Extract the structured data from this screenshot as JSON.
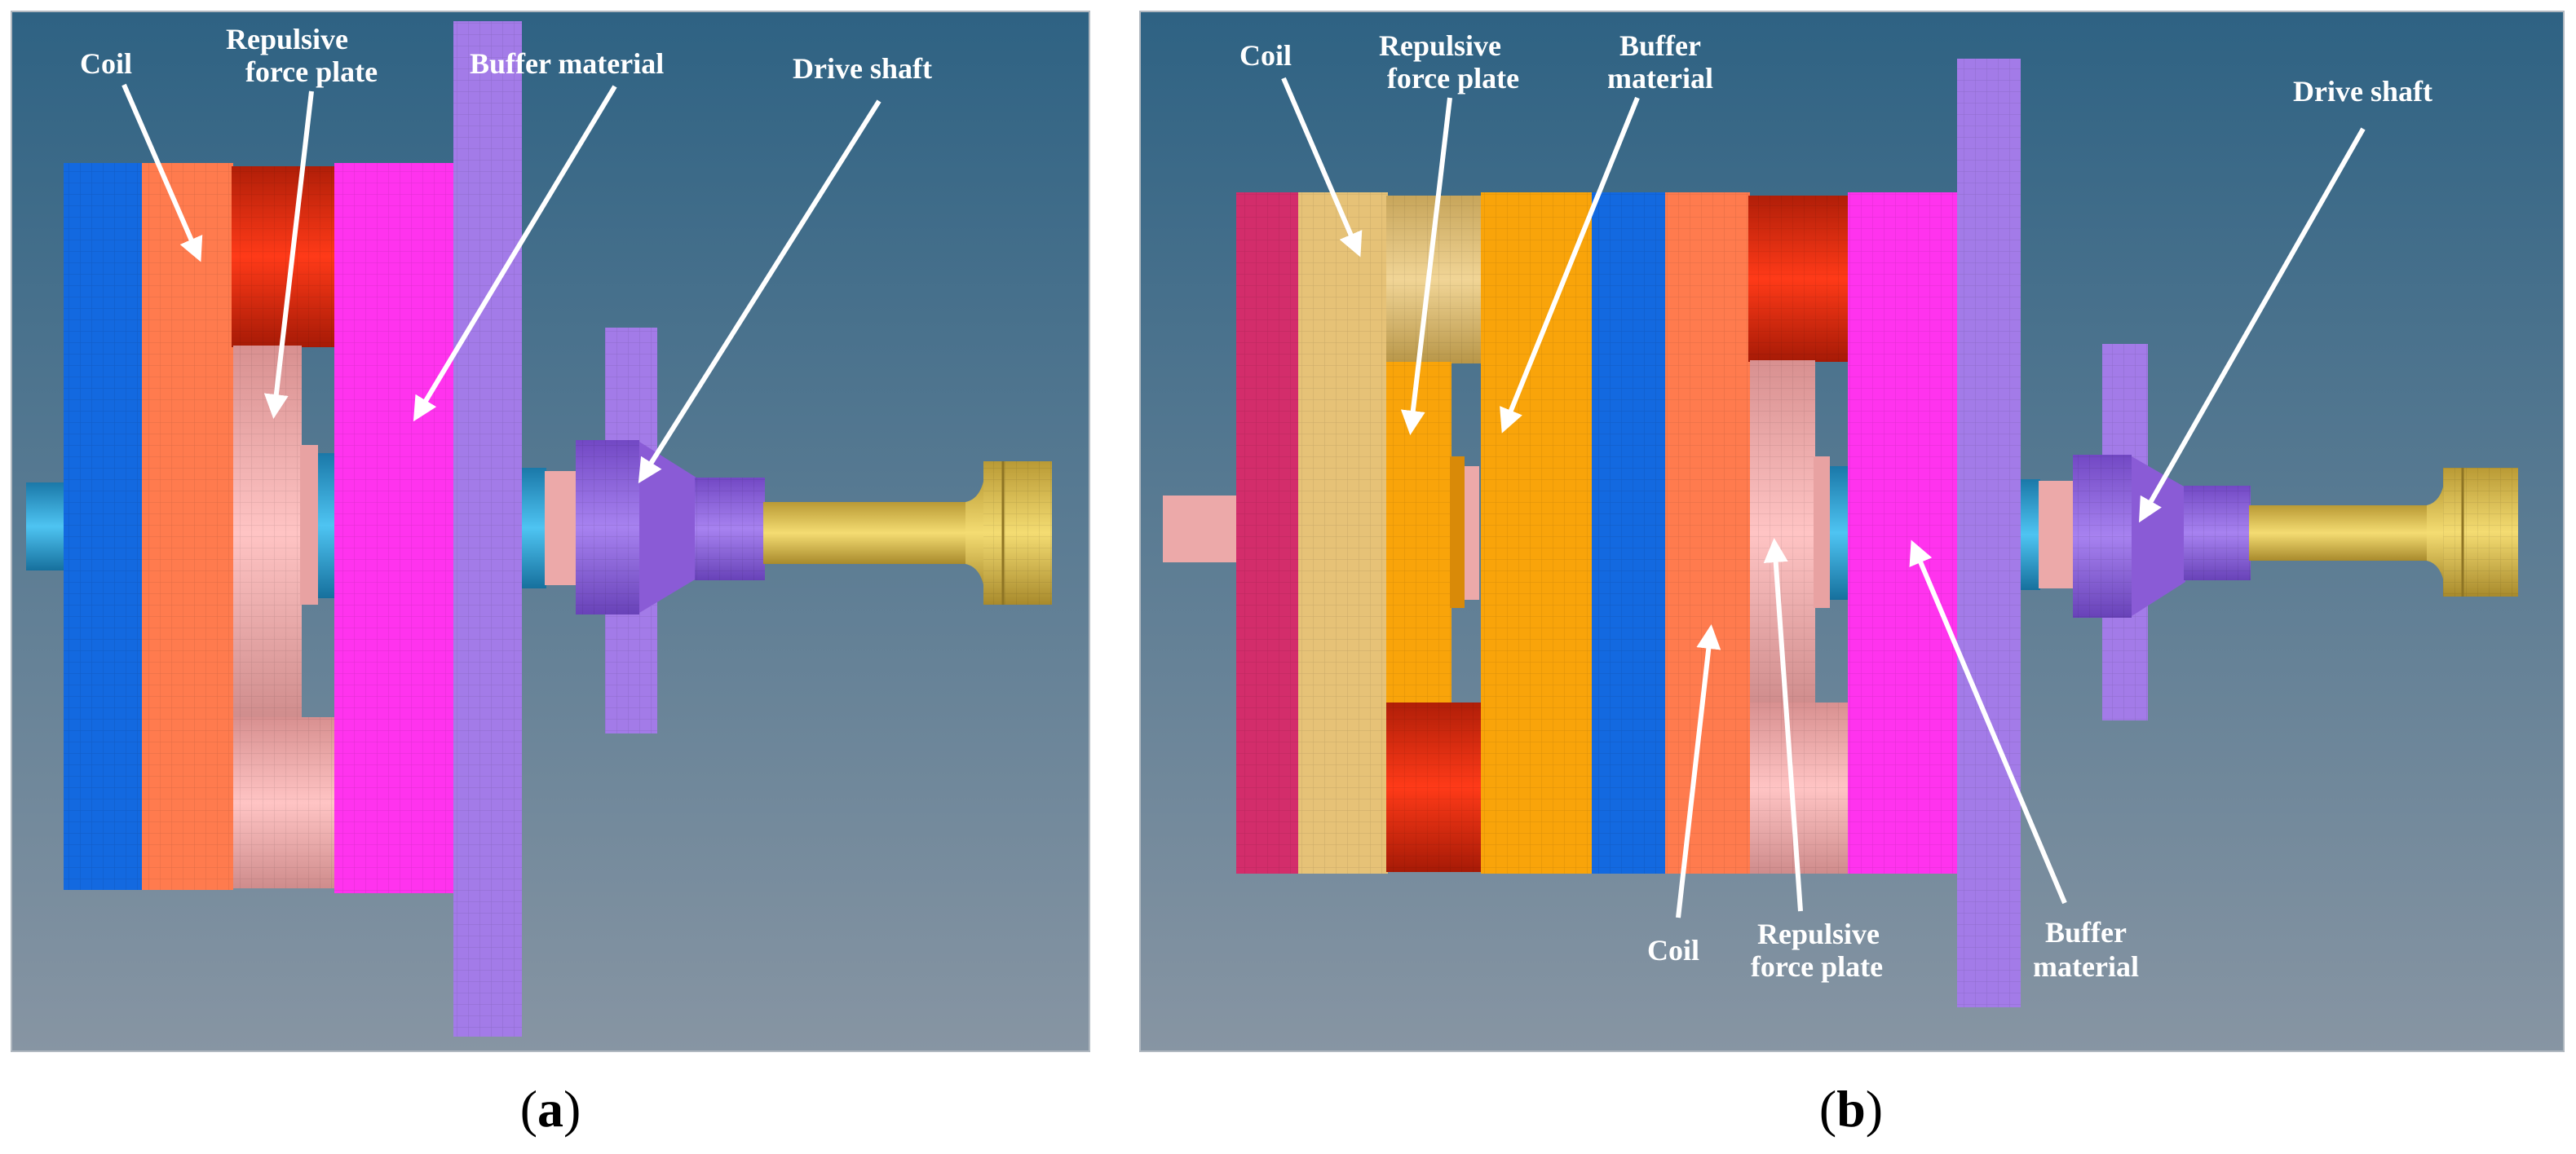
{
  "panel_a": {
    "caption_letter": "a",
    "labels": {
      "coil": "Coil",
      "plate_line1": "Repulsive",
      "plate_line2": "force plate",
      "buffer": "Buffer material",
      "shaft": "Drive shaft"
    }
  },
  "panel_b": {
    "caption_letter": "b",
    "labels": {
      "coil_top": "Coil",
      "plate_top_line1": "Repulsive",
      "plate_top_line2": "force plate",
      "buffer_top_line1": "Buffer",
      "buffer_top_line2": "material",
      "shaft": "Drive shaft",
      "coil_bottom": "Coil",
      "plate_bottom_line1": "Repulsive",
      "plate_bottom_line2": "force plate",
      "buffer_bottom_line1": "Buffer",
      "buffer_bottom_line2": "material"
    }
  },
  "colors": {
    "background_top": "#2e6283",
    "background_bottom": "#8795a3",
    "coil": "#ff7b4e",
    "repulsive_plate": "#ffb5b5",
    "buffer": "#ff33ee",
    "support_plate": "#a37be8",
    "drive_shaft": "#9464e0",
    "end_rod": "#e6cd58",
    "red_block": "#e42e12",
    "blue_plate": "#1369e0",
    "orange_plate": "#f9a40a",
    "tan_plate": "#e6c277",
    "crimson_plate": "#d32d6b",
    "cyan_ring": "#2fa6e0"
  }
}
